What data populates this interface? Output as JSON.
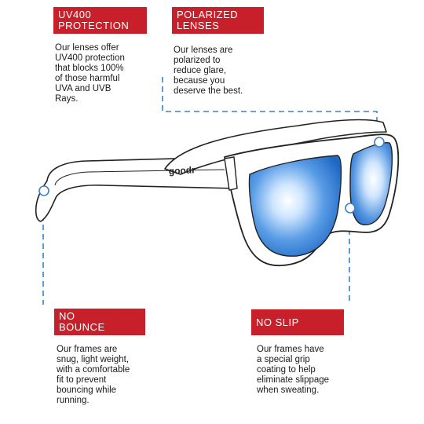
{
  "features": {
    "uv400": {
      "title_line1": "UV400",
      "title_line2": "PROTECTION",
      "description": "Our lenses offer\nUV400 protection\nthat blocks 100%\nof those harmful\nUVA and UVB\nRays."
    },
    "polarized": {
      "title_line1": "POLARIZED",
      "title_line2": "LENSES",
      "description": "Our lenses are\npolarized to\nreduce glare,\nbecause you\ndeserve the best."
    },
    "no_bounce": {
      "title_line1": "NO",
      "title_line2": "BOUNCE",
      "description": "Our frames are\nsnug, light weight,\nwith a comfortable\nfit to prevent\nbouncing while\nrunning."
    },
    "no_slip": {
      "title_line1": "NO SLIP",
      "description": "Our frames have\na special grip\ncoating to help\neliminate slippage\nwhen sweating."
    }
  },
  "brand_logo_text": "goodr",
  "colors": {
    "badge_red": "#c8202a",
    "callout_blue": "#3b82c4",
    "lens_blue": "#2f7fd6",
    "outline": "#222222"
  }
}
